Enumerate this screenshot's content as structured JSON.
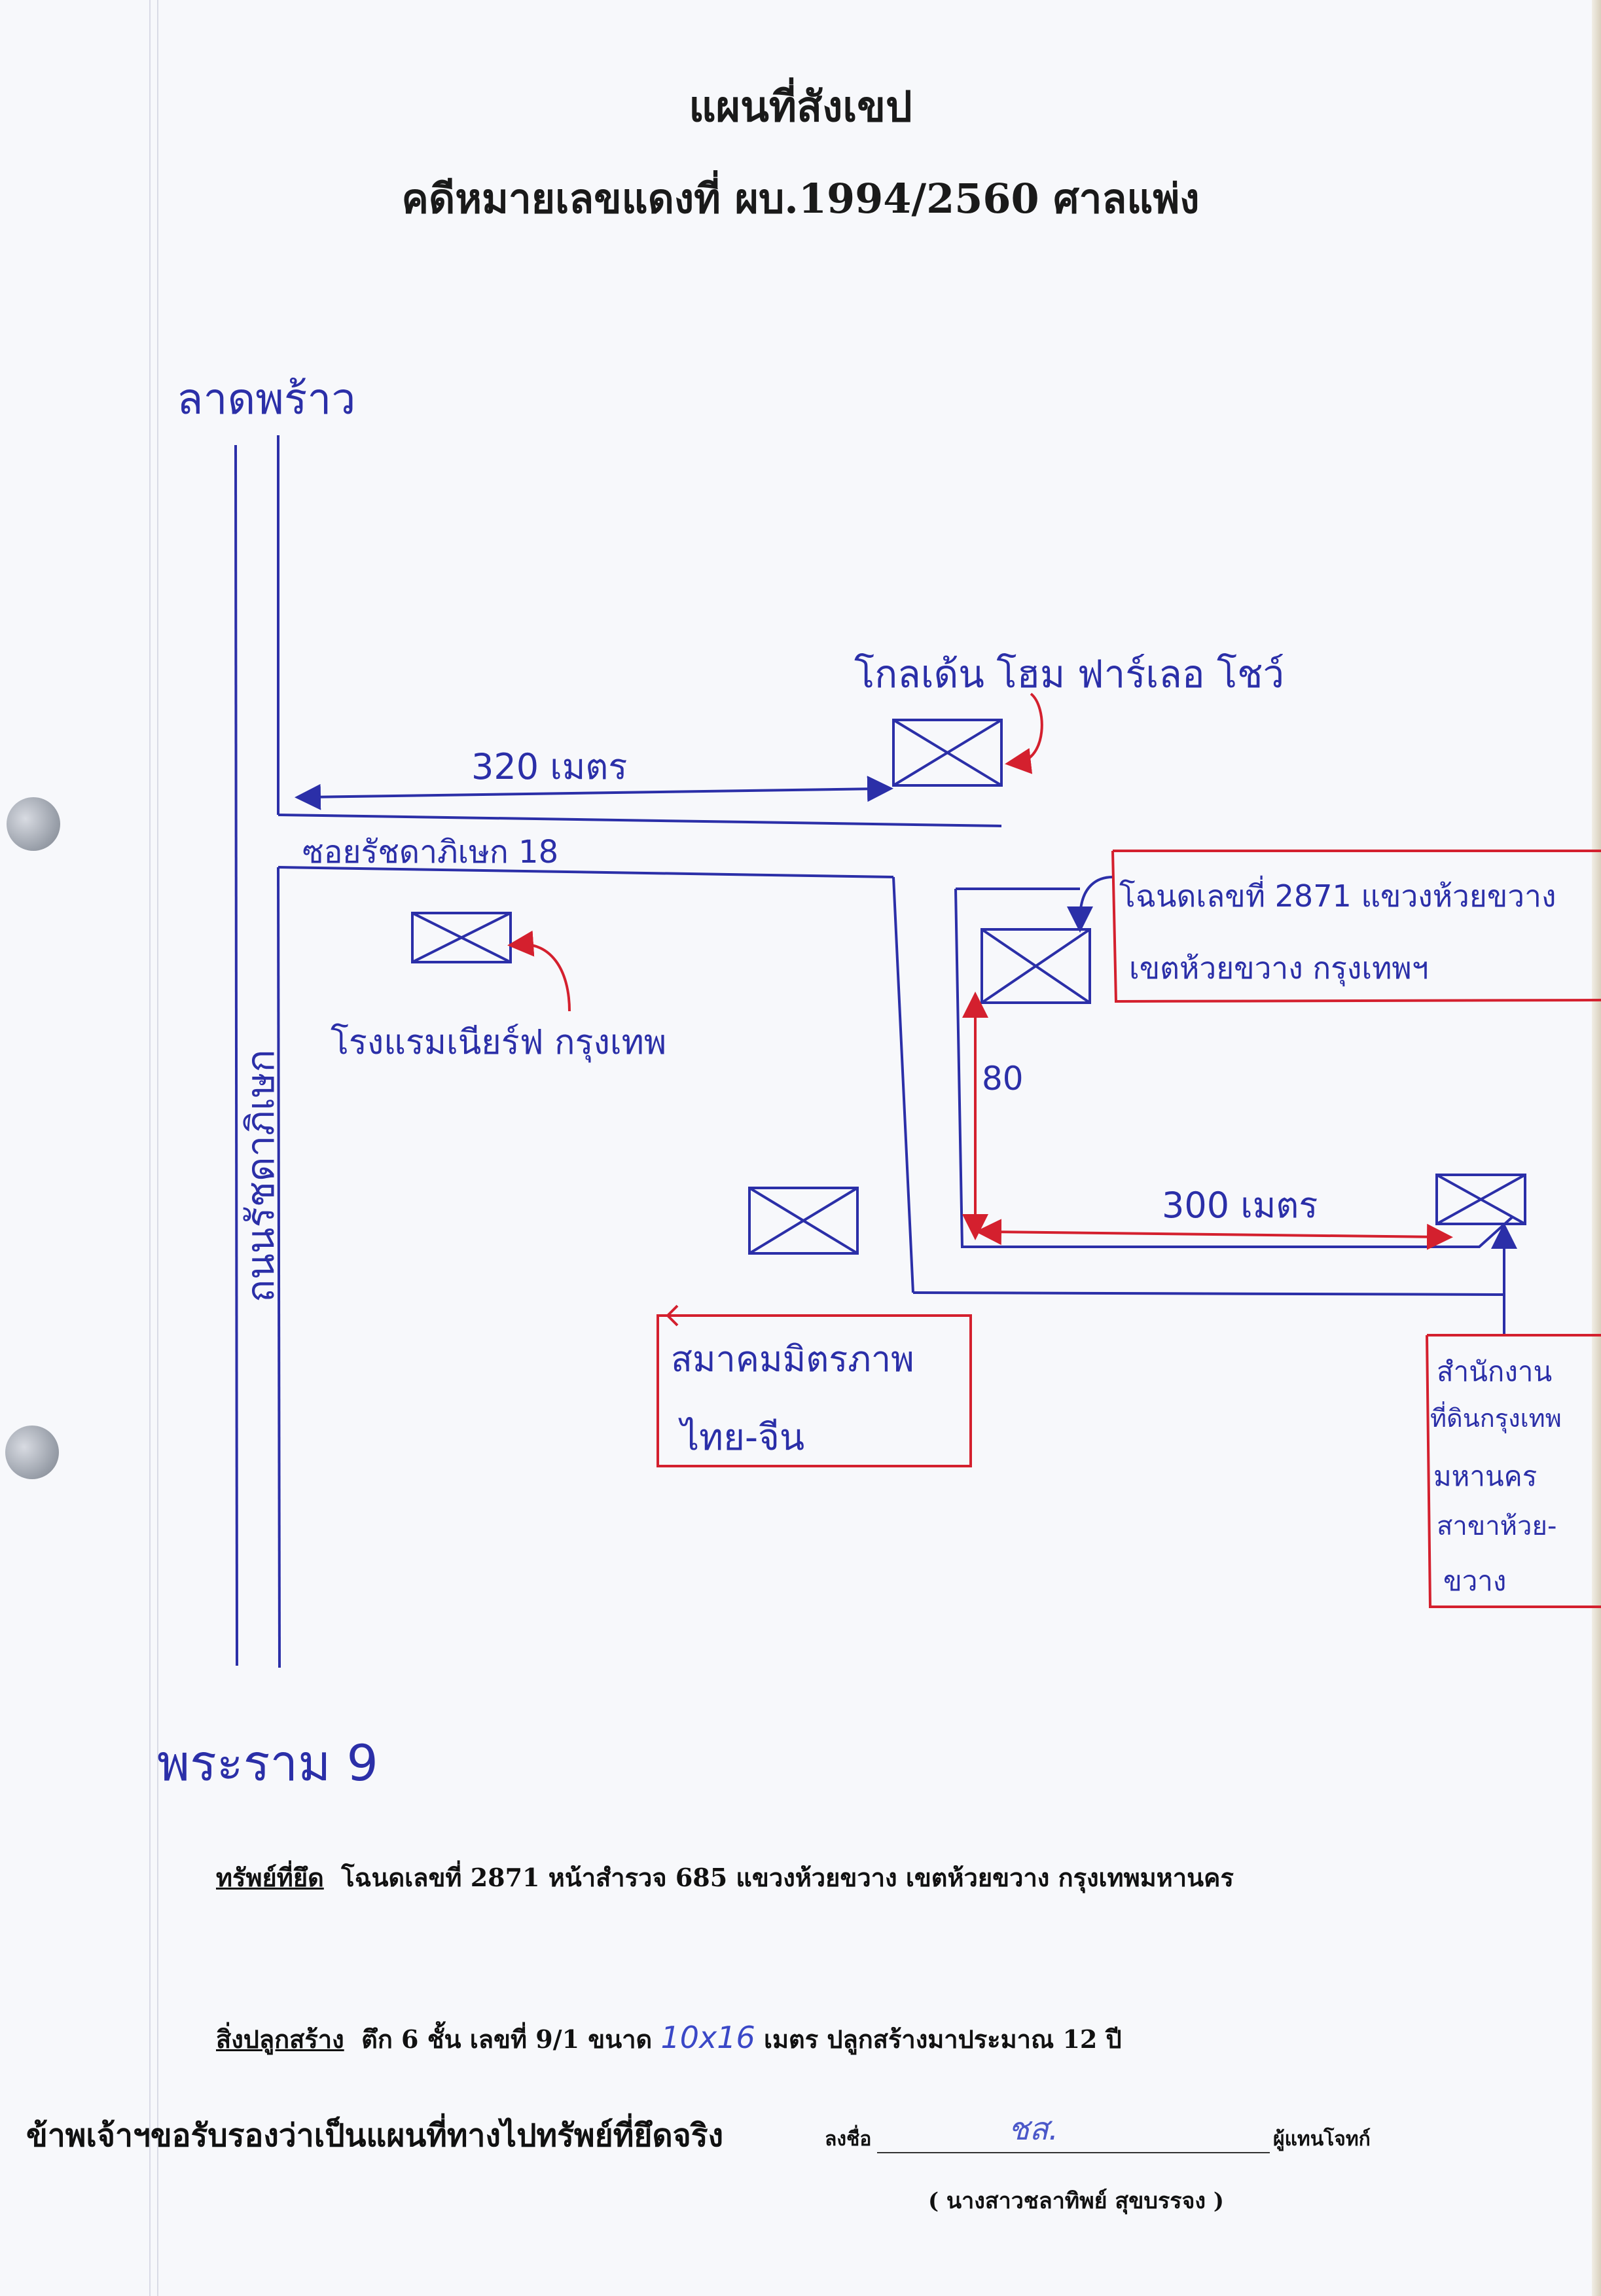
{
  "title": "แผนที่สังเขป",
  "subtitle": "คดีหมายเลขแดงที่ ผบ.1994/2560 ศาลแพ่ง",
  "map": {
    "north_road": "ลาดพร้าว",
    "south_road": "พระราม 9",
    "main_road": "ถนนรัชดาภิเษก",
    "soi": "ซอยรัชดาภิเษก 18",
    "dist_top": "320 เมตร",
    "dist_vertical": "80",
    "dist_bottom": "300 เมตร",
    "golden_home": "โกลเด้น โฮม ฟาร์เลอ โชว์",
    "hotel": "โรงแรมเนียร์ฟ กรุงเทพ",
    "deed_line1": "โฉนดเลขที่ 2871 แขวงห้วยขวาง",
    "deed_line2": "เขตห้วยขวาง กรุงเทพฯ",
    "assoc_line1": "สมาคมมิตรภาพ",
    "assoc_line2": "ไทย-จีน",
    "office_lines": [
      "สำนักงาน",
      "ที่ดินกรุงเทพ",
      "มหานคร",
      "สาขาห้วย-",
      "ขวาง"
    ]
  },
  "property": {
    "label": "ทรัพย์ที่ยึด",
    "text": "โฉนดเลขที่ 2871 หน้าสำรวจ 685 แขวงห้วยขวาง เขตห้วยขวาง กรุงเทพมหานคร"
  },
  "building": {
    "label": "สิ่งปลูกสร้าง",
    "text_before": "ตึก 6 ชั้น เลขที่ 9/1 ขนาด",
    "size_handwritten": "10x16",
    "text_after": "เมตร ปลูกสร้างมาประมาณ 12 ปี"
  },
  "certify": "ข้าพเจ้าฯขอรับรองว่าเป็นแผนที่ทางไปทรัพย์ที่ยึดจริง",
  "sign_label": "ลงชื่อ",
  "sign_mark": "ชส.",
  "rep_label": "ผู้แทนโจทก์",
  "signer_name": "( นางสาวชลาทิพย์ สุขบรรจง )",
  "colors": {
    "pen_blue": "#2b2fa8",
    "pen_red": "#d4202e",
    "ink_black": "#111111"
  }
}
